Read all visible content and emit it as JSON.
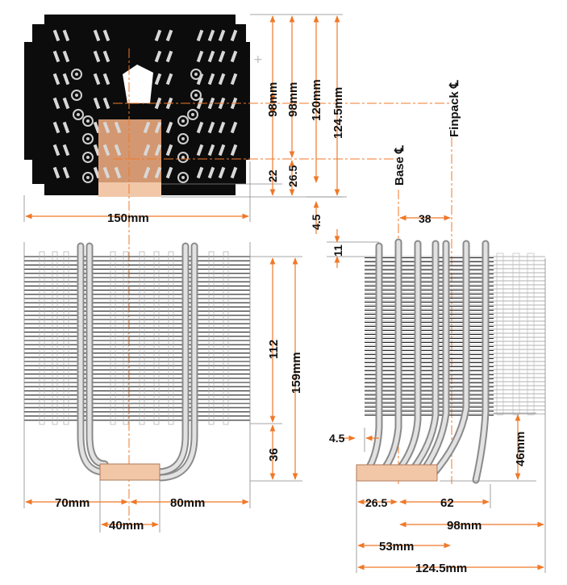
{
  "colors": {
    "dimension": "#f07828",
    "plate": "#0c0c0c",
    "copper_base": "#f1c7a8",
    "pipe": "#8a8a8a"
  },
  "labels": {
    "top_width": "150mm",
    "v_98a": "98mm",
    "v_98b": "98mm",
    "v_120": "120mm",
    "v_124_5": "124.5mm",
    "v_22": "22",
    "v_26_5": "26.5",
    "v_4_5": "4.5",
    "v_11": "11",
    "v_112": "112",
    "v_159": "159mm",
    "v_36": "36",
    "v_46": "46mm",
    "h_38": "38",
    "h_4_5": "4.5",
    "finpack_cl": "Finpack ℄",
    "base_cl": "Base ℄",
    "front_70": "70mm",
    "front_80": "80mm",
    "front_40": "40mm",
    "side_26_5": "26.5",
    "side_62": "62",
    "side_98": "98mm",
    "side_53": "53mm",
    "side_124_5": "124.5mm"
  }
}
